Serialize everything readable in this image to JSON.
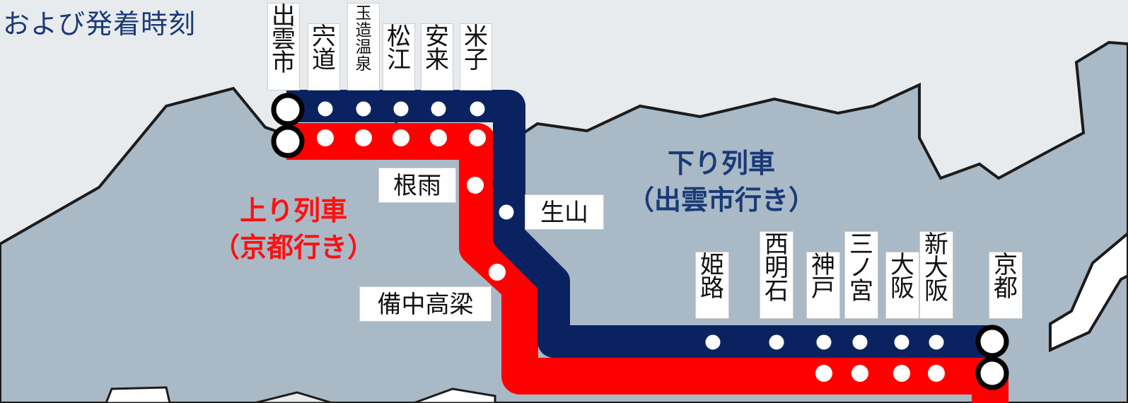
{
  "heading": "および発着時刻",
  "colors": {
    "sea": "#a9b9c6",
    "land": "#e8ebee",
    "coast": "#1b1b1b",
    "down_line": "#0b2261",
    "up_line": "#ff0000",
    "station_major": "#ffffff"
  },
  "directions": {
    "up": {
      "line1": "上り列車",
      "line2": "（京都行き）"
    },
    "down": {
      "line1": "下り列車",
      "line2": "（出雲市行き）"
    }
  },
  "stations": {
    "izumoshi": "出雲市",
    "shinji": "宍道",
    "tamatsukuri": "玉造温泉",
    "matsue": "松江",
    "yasugi": "安来",
    "yonago": "米子",
    "neu": "根雨",
    "shoyama": "生山",
    "bitchutakahashi": "備中高梁",
    "himeji": "姫路",
    "nishiakashi": "西明石",
    "kobe": "神戸",
    "sannomiya": "三ノ宮",
    "osaka": "大阪",
    "shinosaka": "新大阪",
    "kyoto": "京都"
  },
  "icons": {
    "major_station": "major-station-circle-icon",
    "minor_station": "station-dot-icon"
  }
}
